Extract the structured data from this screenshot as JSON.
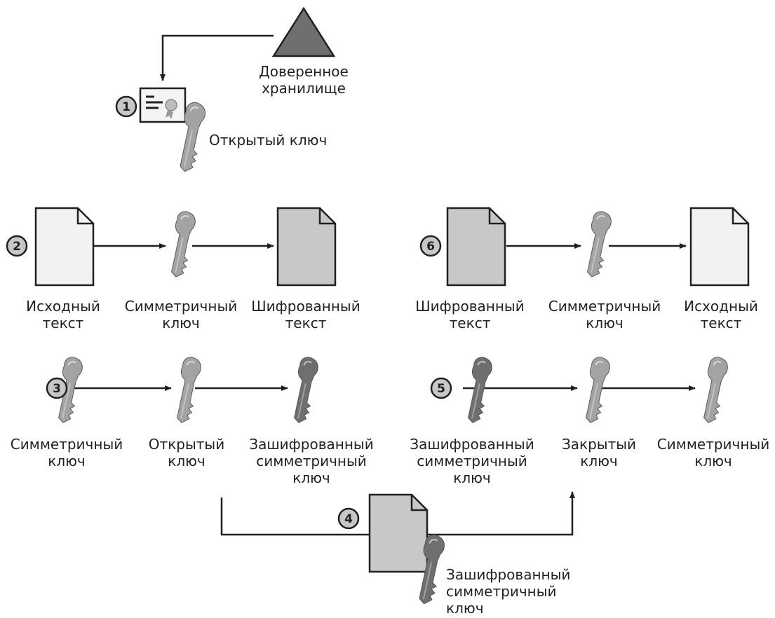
{
  "colors": {
    "line": "#231f20",
    "key_light": "#a3a3a3",
    "key_dark": "#6f6f6f",
    "doc_plain": "#f2f2f2",
    "doc_cipher": "#c8c8c8",
    "badge_fill": "#c7c7c7"
  },
  "steps": [
    "1",
    "2",
    "3",
    "4",
    "5",
    "6"
  ],
  "trusted_store": {
    "line1": "Доверенное",
    "line2": "хранилище",
    "icon": "triangle-icon"
  },
  "certificate": {
    "public_key_label": "Открытый ключ",
    "icon": "certificate-icon"
  },
  "step2": {
    "plaintext": {
      "line1": "Исходный",
      "line2": "текст"
    },
    "symmetric_key": {
      "line1": "Симметричный",
      "line2": "ключ"
    },
    "ciphertext": {
      "line1": "Шифрованный",
      "line2": "текст"
    }
  },
  "step3": {
    "symmetric_key": {
      "line1": "Симметричный",
      "line2": "ключ"
    },
    "public_key": {
      "line1": "Открытый",
      "line2": "ключ"
    },
    "encrypted_key": {
      "line1": "Зашифрованный",
      "line2": "симметричный",
      "line3": "ключ"
    }
  },
  "step4": {
    "encrypted_key": {
      "line1": "Зашифрованный",
      "line2": "симметричный",
      "line3": "ключ"
    }
  },
  "step5": {
    "encrypted_key": {
      "line1": "Зашифрованный",
      "line2": "симметричный",
      "line3": "ключ"
    },
    "private_key": {
      "line1": "Закрытый",
      "line2": "ключ"
    },
    "symmetric_key": {
      "line1": "Симметричный",
      "line2": "ключ"
    }
  },
  "step6": {
    "ciphertext": {
      "line1": "Шифрованный",
      "line2": "текст"
    },
    "symmetric_key": {
      "line1": "Симметричный",
      "line2": "ключ"
    },
    "plaintext": {
      "line1": "Исходный",
      "line2": "текст"
    }
  }
}
